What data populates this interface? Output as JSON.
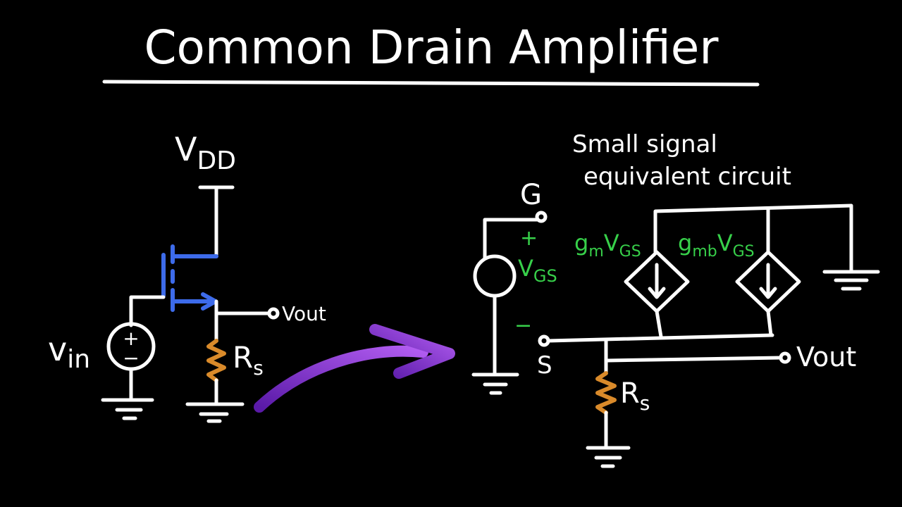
{
  "title": "Common Drain Amplifier",
  "left_circuit": {
    "supply_label_main": "V",
    "supply_label_sub": "DD",
    "input_label_main": "v",
    "input_label_sub": "in",
    "output_label": "Vout",
    "resistor_label_main": "R",
    "resistor_label_sub": "s",
    "source_plus": "+",
    "source_minus": "−"
  },
  "right_circuit": {
    "heading_line1": "Small signal",
    "heading_line2": "equivalent circuit",
    "gate_label": "G",
    "source_label": "S",
    "vgs_label_main": "V",
    "vgs_label_sub": "GS",
    "plus_sign": "+",
    "minus_sign": "−",
    "gm_label_main": "g",
    "gm_label_sub1": "m",
    "gm_label_tail": "V",
    "gm_label_sub2": "GS",
    "gmb_label_main": "g",
    "gmb_label_sub1": "mb",
    "gmb_label_tail": "V",
    "gmb_label_sub2": "GS",
    "output_label": "Vout",
    "resistor_label_main": "R",
    "resistor_label_sub": "s"
  },
  "colors": {
    "background": "#000000",
    "wire": "#ffffff",
    "mosfet": "#3d6bea",
    "resistor": "#d98a2a",
    "arrow": "#9b3fe0",
    "transconductance_text": "#37d04a"
  }
}
